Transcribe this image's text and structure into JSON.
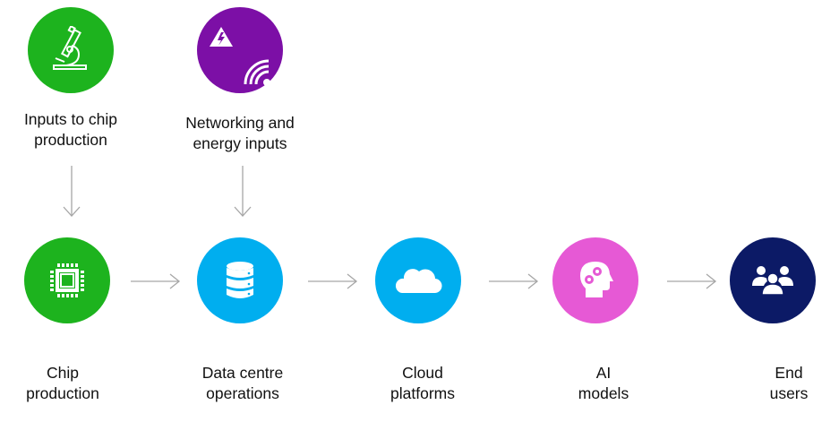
{
  "colors": {
    "green": "#1db31e",
    "purple": "#7c0fa6",
    "blue": "#00aeef",
    "pink": "#e659d5",
    "navy": "#0c1a66",
    "arrow": "#a6a6a6",
    "icon": "#ffffff"
  },
  "inputs": [
    {
      "id": "chip-inputs",
      "icon": "microscope-icon",
      "label_lines": [
        "Inputs to chip",
        "production"
      ],
      "color": "green"
    },
    {
      "id": "network-energy",
      "icon": "energy-wifi-icon",
      "label_lines": [
        "Networking and",
        "energy inputs"
      ],
      "color": "purple"
    }
  ],
  "stages": [
    {
      "id": "chip-production",
      "icon": "chip-icon",
      "label_lines": [
        "Chip",
        "production"
      ],
      "color": "green"
    },
    {
      "id": "data-centre",
      "icon": "database-icon",
      "label_lines": [
        "Data centre",
        "operations"
      ],
      "color": "blue"
    },
    {
      "id": "cloud",
      "icon": "cloud-icon",
      "label_lines": [
        "Cloud",
        "platforms"
      ],
      "color": "blue"
    },
    {
      "id": "ai-models",
      "icon": "brain-gears-icon",
      "label_lines": [
        "AI",
        "models"
      ],
      "color": "pink"
    },
    {
      "id": "end-users",
      "icon": "users-group-icon",
      "label_lines": [
        "End",
        "users"
      ],
      "color": "navy"
    }
  ]
}
